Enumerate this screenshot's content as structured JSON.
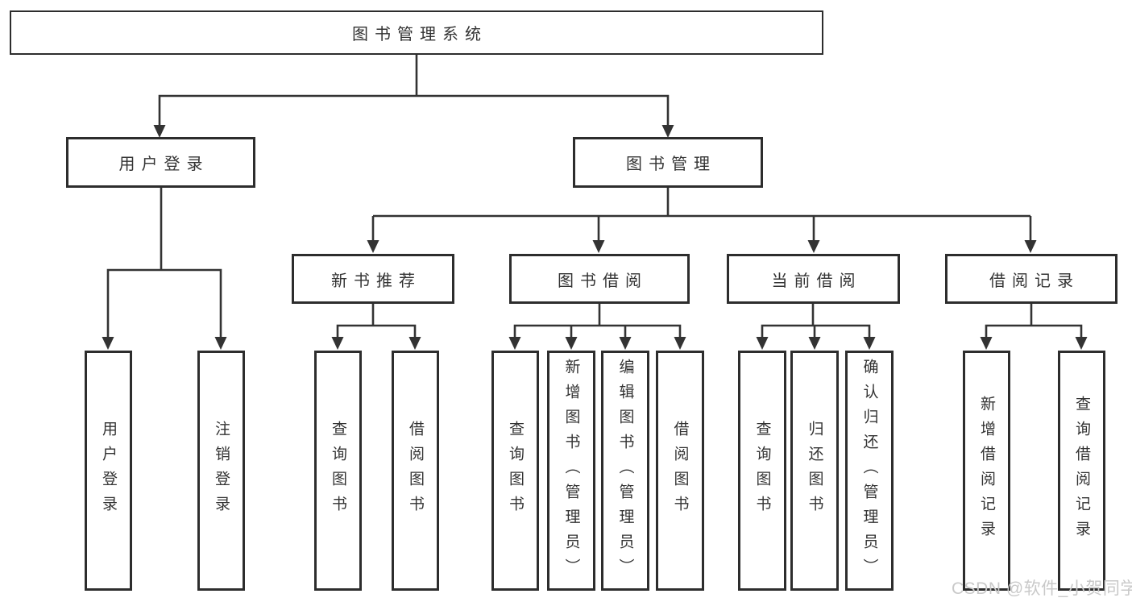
{
  "tree": {
    "root": "图书管理系统",
    "branches": [
      {
        "label": "用户登录",
        "children": [
          {
            "label": "用户登录"
          },
          {
            "label": "注销登录"
          }
        ]
      },
      {
        "label": "图书管理",
        "children": [
          {
            "label": "新书推荐",
            "children": [
              {
                "label": "查询图书"
              },
              {
                "label": "借阅图书"
              }
            ]
          },
          {
            "label": "图书借阅",
            "children": [
              {
                "label": "查询图书"
              },
              {
                "label": "新增图书（管理员）"
              },
              {
                "label": "编辑图书（管理员）"
              },
              {
                "label": "借阅图书"
              }
            ]
          },
          {
            "label": "当前借阅",
            "children": [
              {
                "label": "查询图书"
              },
              {
                "label": "归还图书"
              },
              {
                "label": "确认归还（管理员）"
              }
            ]
          },
          {
            "label": "借阅记录",
            "children": [
              {
                "label": "新增借阅记录"
              },
              {
                "label": "查询借阅记录"
              }
            ]
          }
        ]
      }
    ]
  },
  "watermark": "CSDN @软件_小贺同学",
  "colors": {
    "line": "#333333",
    "box_border": "#2d2d2d",
    "text": "#333333",
    "background": "#ffffff",
    "watermark": "#c9c9c9"
  }
}
